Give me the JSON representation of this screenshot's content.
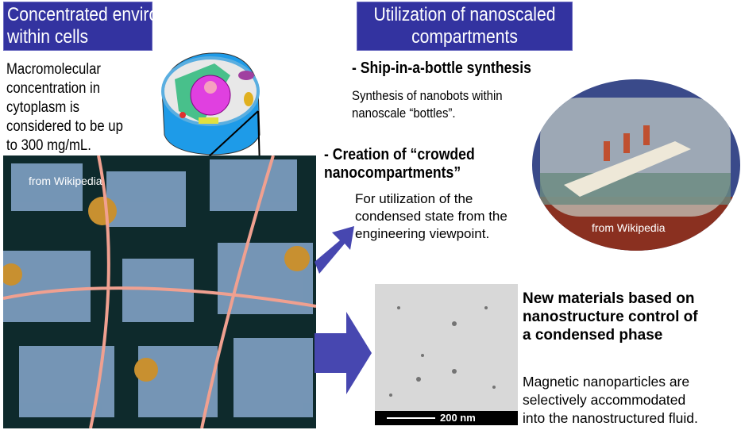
{
  "left": {
    "title_line1": "Concentrated environment",
    "title_line2": "within cells",
    "text": [
      "Macromolecular",
      "concentration in",
      "cytoplasm is",
      "considered to be up",
      "to 300 mg/mL."
    ],
    "image_credit": "from Wikipedia"
  },
  "right": {
    "title_line1": "Utilization of nanoscaled",
    "title_line2": "compartments",
    "ship_heading": "- Ship-in-a-bottle synthesis",
    "ship_text": [
      "Synthesis of nanobots within",
      "nanoscale “bottles”."
    ],
    "crowded_heading": [
      "- Creation of “crowded",
      "nanocompartments”"
    ],
    "crowded_text": [
      "For utilization of  the",
      "condensed state from the",
      "engineering viewpoint."
    ],
    "bottle_credit": "from Wikipedia",
    "materials_heading": [
      "New materials based on",
      "nanostructure control of",
      "a condensed phase"
    ],
    "materials_text": [
      "Magnetic nanoparticles  are",
      "selectively accommodated",
      "into the nanostructured fluid."
    ],
    "scale_bar": "200 nm"
  },
  "colors": {
    "title_bg": "#3333a0",
    "arrow": "#4747b0"
  }
}
